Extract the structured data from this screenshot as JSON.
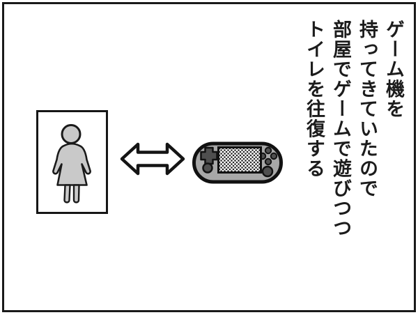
{
  "panel": {
    "background": "#ffffff",
    "border_color": "#191919"
  },
  "caption": {
    "writing_direction": "vertical-rl",
    "color": "#1c1c1c",
    "lines": [
      "ゲーム機を",
      "持ってきていたので",
      "部屋でゲームで遊びつつ",
      "トイレを往復する"
    ]
  },
  "restroom_sign": {
    "type": "women-restroom-pictogram",
    "figure_fill": "#c9c9c9",
    "outline_color": "#1a1a1a",
    "background": "#ffffff"
  },
  "arrow": {
    "type": "double-headed-horizontal-arrow",
    "fill": "#ffffff",
    "outline_color": "#141414"
  },
  "game_console": {
    "type": "handheld-game-console",
    "body_fill": "#a8a8a8",
    "outline_color": "#111111",
    "screen_fill": "#ffffff",
    "screen_pattern": "halftone-dots",
    "button_fill": "#4f4f4f",
    "left_controls": [
      "d-pad",
      "round-button"
    ],
    "right_controls": [
      "four-button-diamond",
      "round-button"
    ]
  }
}
